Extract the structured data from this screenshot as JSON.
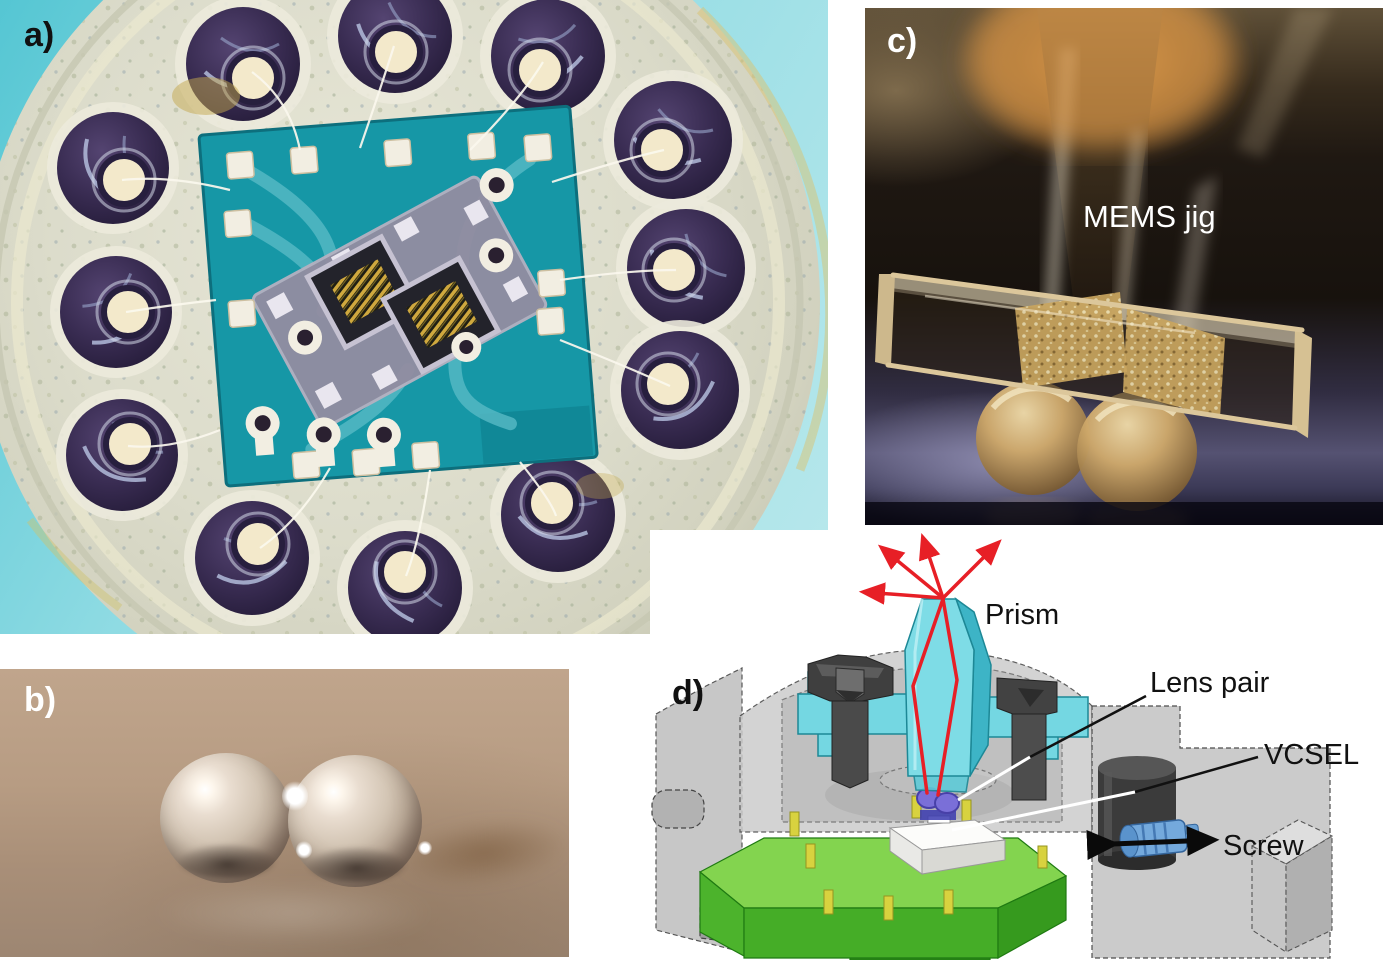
{
  "panels": {
    "a": {
      "label": "a)"
    },
    "b": {
      "label": "b)"
    },
    "c": {
      "label": "c)",
      "annotation_mems_jig": "MEMS jig"
    },
    "d": {
      "label": "d)",
      "annotations": {
        "prism": "Prism",
        "lens_pair": "Lens pair",
        "vcsel": "VCSEL",
        "screw": "Screw"
      }
    }
  },
  "colors": {
    "background": "#ffffff",
    "pcb_teal": "#1697a6",
    "trace_teal": "#58bac6",
    "pad_purple": "#32284a",
    "can_surface": "#dcdccb",
    "prism_cyan": "#74d7e2",
    "stage_green": "#4cb32c",
    "beam_red": "#e71f26",
    "screw_blue": "#74a9dc",
    "label_dark": "#111111",
    "label_light": "#ffffff"
  }
}
